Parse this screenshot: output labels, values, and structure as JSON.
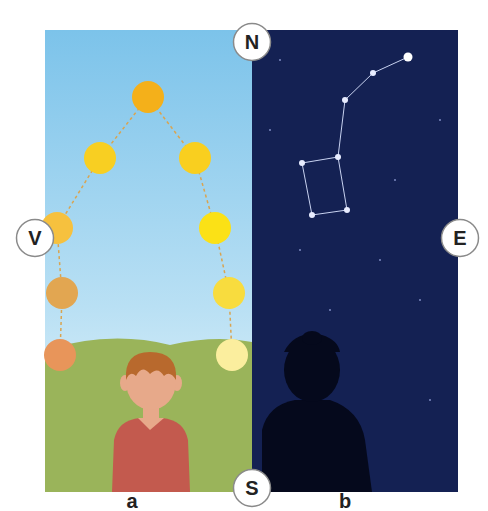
{
  "diagram": {
    "nodes": [
      {
        "text": [
          "N"
        ]
      },
      {
        "text": [
          "V"
        ]
      },
      {
        "text": [
          "E"
        ]
      },
      {
        "text": [
          "S"
        ]
      }
    ],
    "labels": [
      "a",
      "b"
    ]
  }
}
